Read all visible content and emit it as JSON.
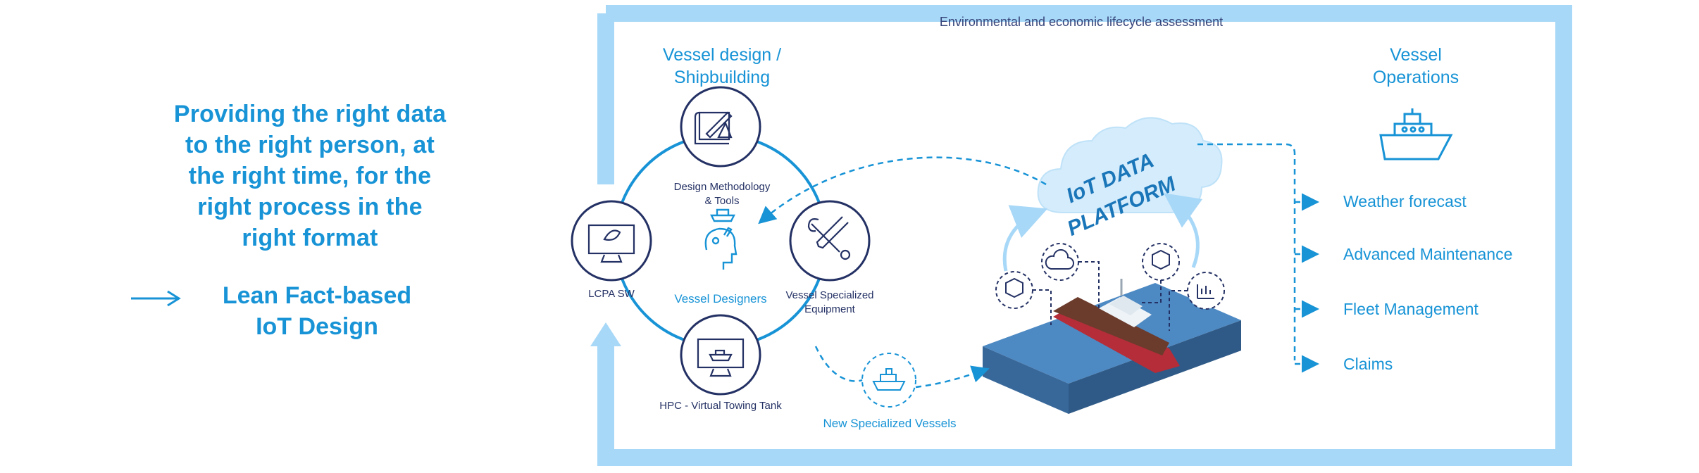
{
  "headline": {
    "lines": [
      "Providing the right data",
      "to the right person, at",
      "the right time, for the",
      "right process in the",
      "right format"
    ]
  },
  "lean": {
    "lines": [
      "Lean Fact-based",
      "IoT Design"
    ]
  },
  "frame": {
    "title": "Environmental and economic lifecycle assessment"
  },
  "design_section": {
    "title_lines": [
      "Vessel design /",
      "Shipbuilding"
    ],
    "nodes": {
      "design_methodology": [
        "Design Methodology",
        "& Tools"
      ],
      "lcpa": "LCPA SW",
      "equipment": [
        "Vessel Specialized",
        "Equipment"
      ],
      "hpc": "HPC - Virtual Towing Tank",
      "designers": "Vessel Designers"
    },
    "new_vessels": "New Specialized Vessels"
  },
  "platform": {
    "lines": [
      "IoT DATA",
      "PLATFORM"
    ]
  },
  "operations": {
    "title_lines": [
      "Vessel",
      "Operations"
    ],
    "items": [
      "Weather  forecast",
      "Advanced Maintenance",
      "Fleet Management",
      "Claims"
    ]
  },
  "colors": {
    "primary_blue": "#1793d6",
    "navy": "#243164",
    "frame_light_blue": "#a8d8f7",
    "sea_blue": "#4d89c3",
    "ship_red": "#b42d39"
  }
}
